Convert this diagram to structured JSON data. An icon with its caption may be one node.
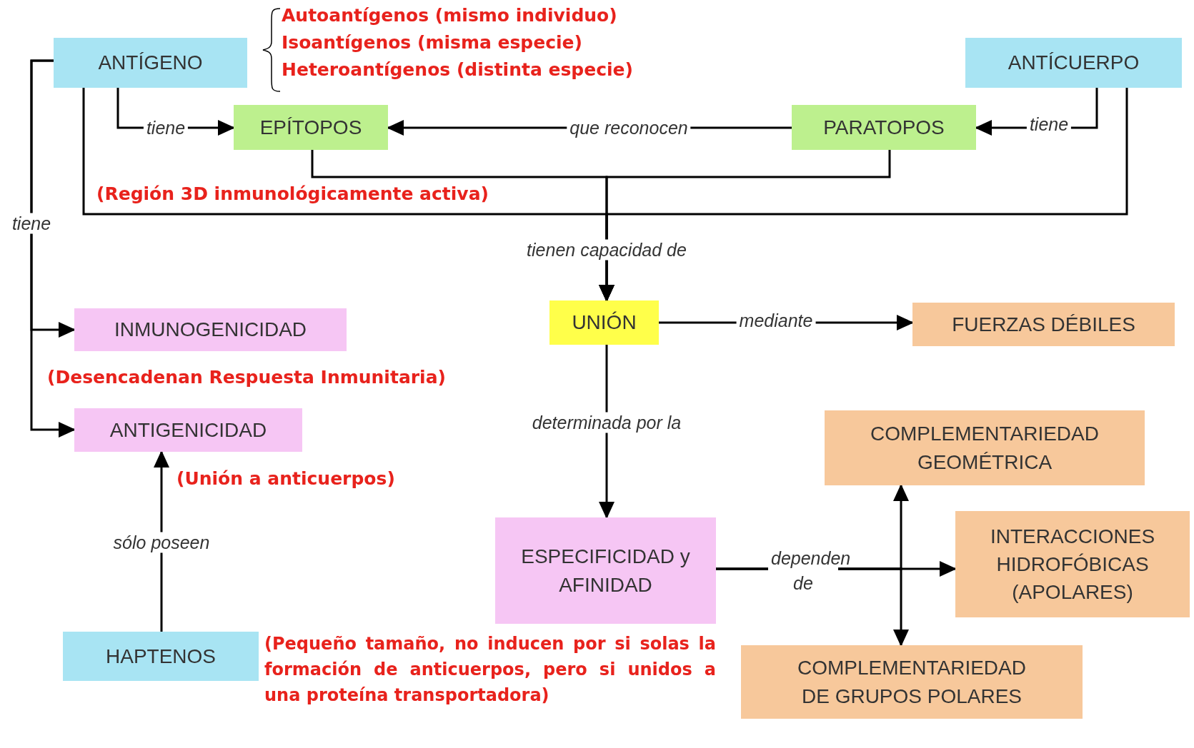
{
  "diagram": {
    "nodes": [
      {
        "text": [
          "ANTÍGENO"
        ],
        "beside": [
          "Autoantígenos (mismo individuo)",
          "Isoantígenos (misma especie)",
          "Heteroantígenos (distinta especie)"
        ]
      },
      {
        "text": [
          "ANTÍCUERPO"
        ]
      },
      {
        "text": [
          "EPÍTOPOS"
        ],
        "beside": [
          "(Región 3D inmunológicamente activa)"
        ]
      },
      {
        "text": [
          "PARATOPOS"
        ]
      },
      {
        "text": [
          "UNIÓN"
        ]
      },
      {
        "text": [
          "FUERZAS DÉBILES"
        ]
      },
      {
        "text": [
          "INMUNOGENICIDAD"
        ],
        "beside": [
          "(Desencadenan Respuesta Inmunitaria)"
        ]
      },
      {
        "text": [
          "ANTIGENICIDAD"
        ],
        "beside": [
          "(Unión a anticuerpos)"
        ]
      },
      {
        "text": [
          "COMPLEMENTARIEDAD GEOMÉTRICA"
        ]
      },
      {
        "text": [
          "ESPECIFICIDAD y AFINIDAD"
        ]
      },
      {
        "text": [
          "INTERACCIONES HIDROFÓBICAS (APOLARES)"
        ]
      },
      {
        "text": [
          "HAPTENOS"
        ],
        "beside": [
          "(Pequeño tamaño, no inducen por si solas la formación de anticuerpos, pero si unidos a una proteína transportadora)"
        ]
      },
      {
        "text": [
          "COMPLEMENTARIEDAD DE GRUPOS POLARES"
        ]
      }
    ],
    "edges": [
      {
        "from": 0,
        "to": 2,
        "arrow": "to",
        "label": "tiene"
      },
      {
        "from": 1,
        "to": 3,
        "arrow": "to",
        "label": "tiene"
      },
      {
        "from": 3,
        "to": 2,
        "arrow": "to",
        "label": "que reconocen"
      },
      {
        "from": 2,
        "to": 4,
        "arrow": "to",
        "label": "tienen capacidad de"
      },
      {
        "from": 3,
        "to": 4,
        "arrow": "to"
      },
      {
        "from": 0,
        "to": 4,
        "arrow": "to"
      },
      {
        "from": 1,
        "to": 4,
        "arrow": "to"
      },
      {
        "from": 0,
        "to": 6,
        "arrow": "to",
        "label": "tiene"
      },
      {
        "from": 0,
        "to": 7,
        "arrow": "to"
      },
      {
        "from": 11,
        "to": 7,
        "arrow": "to",
        "label": "sólo poseen"
      },
      {
        "from": 4,
        "to": 5,
        "arrow": "to",
        "label": "mediante"
      },
      {
        "from": 4,
        "to": 9,
        "arrow": "to",
        "label": "determinada por la"
      },
      {
        "from": 9,
        "to": 8,
        "arrow": "to",
        "label": "dependen de"
      },
      {
        "from": 9,
        "to": 10,
        "arrow": "to"
      },
      {
        "from": 9,
        "to": 12,
        "arrow": "to"
      }
    ]
  }
}
